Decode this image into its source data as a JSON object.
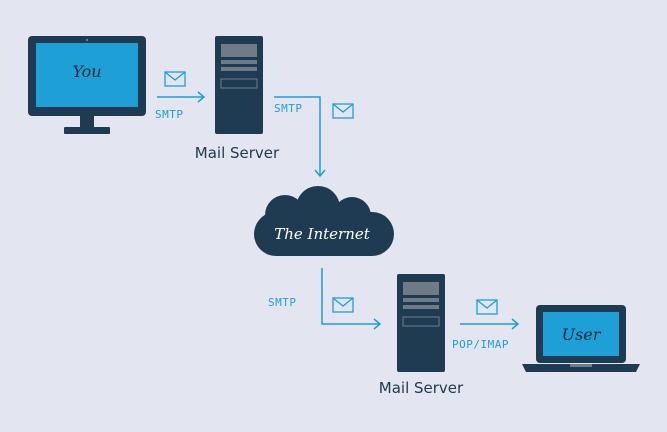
{
  "colors": {
    "background": "#e3e5f0",
    "device_dark": "#1f3b52",
    "screen_blue": "#1e9fd6",
    "arrow_blue": "#1e9fd6",
    "server_slot": "#6f7c87"
  },
  "nodes": {
    "you": {
      "label": "You",
      "icon": "desktop-monitor-icon"
    },
    "mail_server_1": {
      "label": "Mail Server",
      "icon": "server-tower-icon"
    },
    "internet": {
      "label": "The Internet",
      "icon": "cloud-icon"
    },
    "mail_server_2": {
      "label": "Mail Server",
      "icon": "server-tower-icon"
    },
    "user": {
      "label": "User",
      "icon": "laptop-icon"
    }
  },
  "edges": [
    {
      "from": "you",
      "to": "mail_server_1",
      "protocol": "SMTP",
      "icon": "envelope-icon"
    },
    {
      "from": "mail_server_1",
      "to": "internet",
      "protocol": "SMTP",
      "icon": "envelope-icon"
    },
    {
      "from": "internet",
      "to": "mail_server_2",
      "protocol": "SMTP",
      "icon": "envelope-icon"
    },
    {
      "from": "mail_server_2",
      "to": "user",
      "protocol": "POP/IMAP",
      "icon": "envelope-icon"
    }
  ]
}
